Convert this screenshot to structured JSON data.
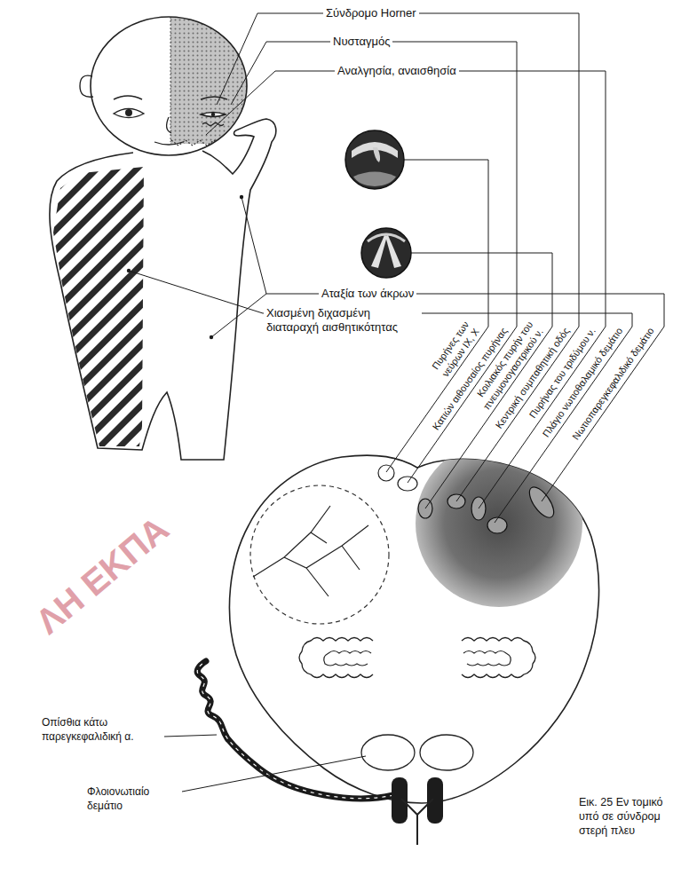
{
  "diagram": {
    "caption": "Εικ. 25 Εν τομικό υπό σε σύνδρομ στερή πλευ",
    "labels": [
      "Σύνδρομο Horner",
      "Νυσταγμός",
      "Αναλγησία, αναισθησία",
      "Αταξία των άκρων",
      "Χιασμένη διχασμένη διαταραχή αισθητικότητας",
      "Πυρήνες των νεύρων IX, X",
      "Κατιών αιθουσαίος πυρήνας",
      "Κοιλιακός πυρήν του πνευμονογαστρικού ν.",
      "Κεντρική συμπαθητική οδός",
      "Πυρήνας του τριδύμου ν.",
      "Πλάγιο νωτιοθαλαμικό δεμάτιο",
      "Νωτιοπαρεγκεφαλιδικό δεμάτιο",
      "Οπίσθια κάτω παρεγκεφαλιδική α.",
      "Φλοιονωτιαίο δεμάτιο",
      "ΛΗ ΕΚΠΑ"
    ]
  }
}
